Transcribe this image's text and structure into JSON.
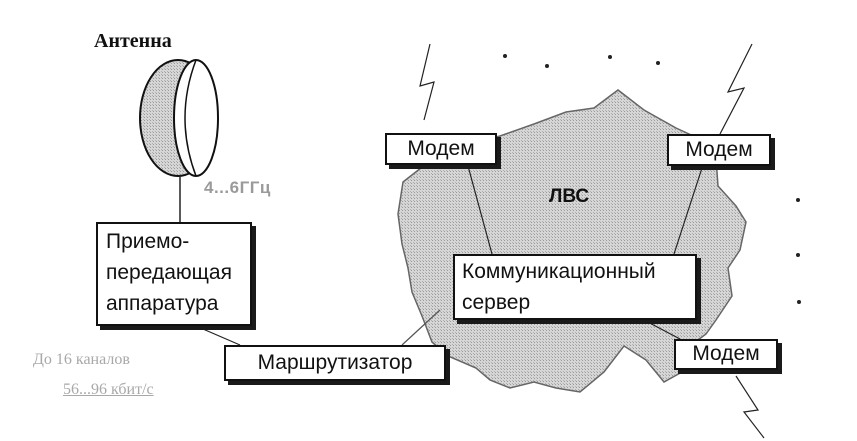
{
  "labels": {
    "antenna": "Антенна",
    "frequency": "4...6ГГц",
    "lan": "ЛВС",
    "channels": "До 16 каналов",
    "speed": "56...96 кбит/с"
  },
  "nodes": {
    "transceiver": {
      "lines": [
        "Приемо-",
        "передающая",
        "аппаратура"
      ]
    },
    "router": {
      "label": "Маршрутизатор"
    },
    "server": {
      "lines": [
        "Коммуникационный",
        "сервер"
      ]
    },
    "modem_left": {
      "label": "Модем"
    },
    "modem_right": {
      "label": "Модем"
    },
    "modem_bottom": {
      "label": "Модем"
    }
  },
  "colors": {
    "lan_fill": "#cfcfcf",
    "antenna_fill": "#cfcfcf",
    "line": "#222222",
    "faint_text": "#a8a8a8"
  }
}
